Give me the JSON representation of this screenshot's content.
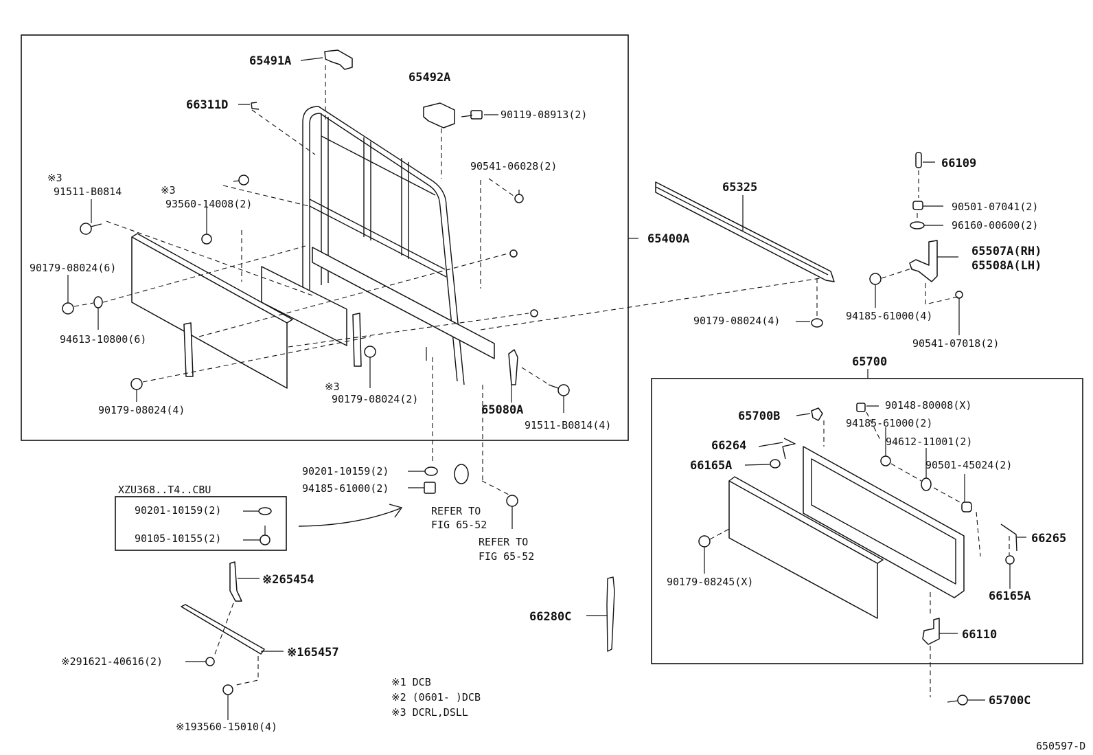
{
  "labels": {
    "p65491a": "65491A",
    "p65492a": "65492A",
    "p66311d": "66311D",
    "p90119": "90119-08913(2)",
    "p90541_06028": "90541-06028(2)",
    "note3a": "※3",
    "p91511_top": "91511-B0814",
    "note3b": "※3",
    "p93560": "93560-14008(2)",
    "p90179_6": "90179-08024(6)",
    "p94613": "94613-10800(6)",
    "p90179_4l": "90179-08024(4)",
    "note3c": "※3",
    "p90179_2": "90179-08024(2)",
    "p65080a": "65080A",
    "p91511_4": "91511-B0814(4)",
    "p65400a": "65400A",
    "p65325": "65325",
    "p90179_4r": "90179-08024(4)",
    "p66109": "66109",
    "p90501_07041": "90501-07041(2)",
    "p96160": "96160-00600(2)",
    "p65507a": "65507A(RH)",
    "p65508a": "65508A(LH)",
    "p94185_4": "94185-61000(4)",
    "p90541_07018": "90541-07018(2)",
    "p65700": "65700",
    "p90148": "90148-80008(X)",
    "p65700b": "65700B",
    "p94185_2r": "94185-61000(2)",
    "p94612": "94612-11001(2)",
    "p66264": "66264",
    "p90501_45024": "90501-45024(2)",
    "p66165a_l": "66165A",
    "p66265": "66265",
    "p90179_x": "90179-08245(X)",
    "p66165a_r": "66165A",
    "p66110": "66110",
    "p65700c": "65700C",
    "p90201_c": "90201-10159(2)",
    "p94185_2c": "94185-61000(2)",
    "refer1a": "REFER TO",
    "refer1b": "FIG 65-52",
    "refer2a": "REFER TO",
    "refer2b": "FIG 65-52",
    "box_title": "XZU368..T4..CBU",
    "box_p1": "90201-10159(2)",
    "box_p2": "90105-10155(2)",
    "p65454": "※265454",
    "p165457": "※165457",
    "p91621": "※291621-40616(2)",
    "p93560_15010": "※193560-15010(4)",
    "p66280c": "66280C",
    "legend1": "※1 DCB",
    "legend2": "※2 (0601-      )DCB",
    "legend3": "※3 DCRL,DSLL",
    "figure_id": "650597-D"
  }
}
